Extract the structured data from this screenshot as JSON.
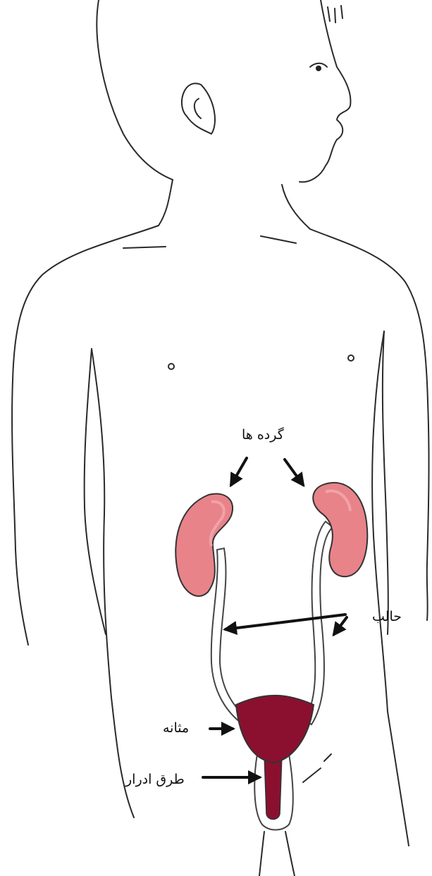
{
  "labels": {
    "kidneys": "گرده ها",
    "ureter": "حالب",
    "bladder": "مثانه",
    "urethra": "طرق ادرار"
  },
  "colors": {
    "kidney_fill": "#e8838a",
    "kidney_highlight": "#f0a3a7",
    "bladder_fill": "#8b1030",
    "outline": "#222222"
  }
}
